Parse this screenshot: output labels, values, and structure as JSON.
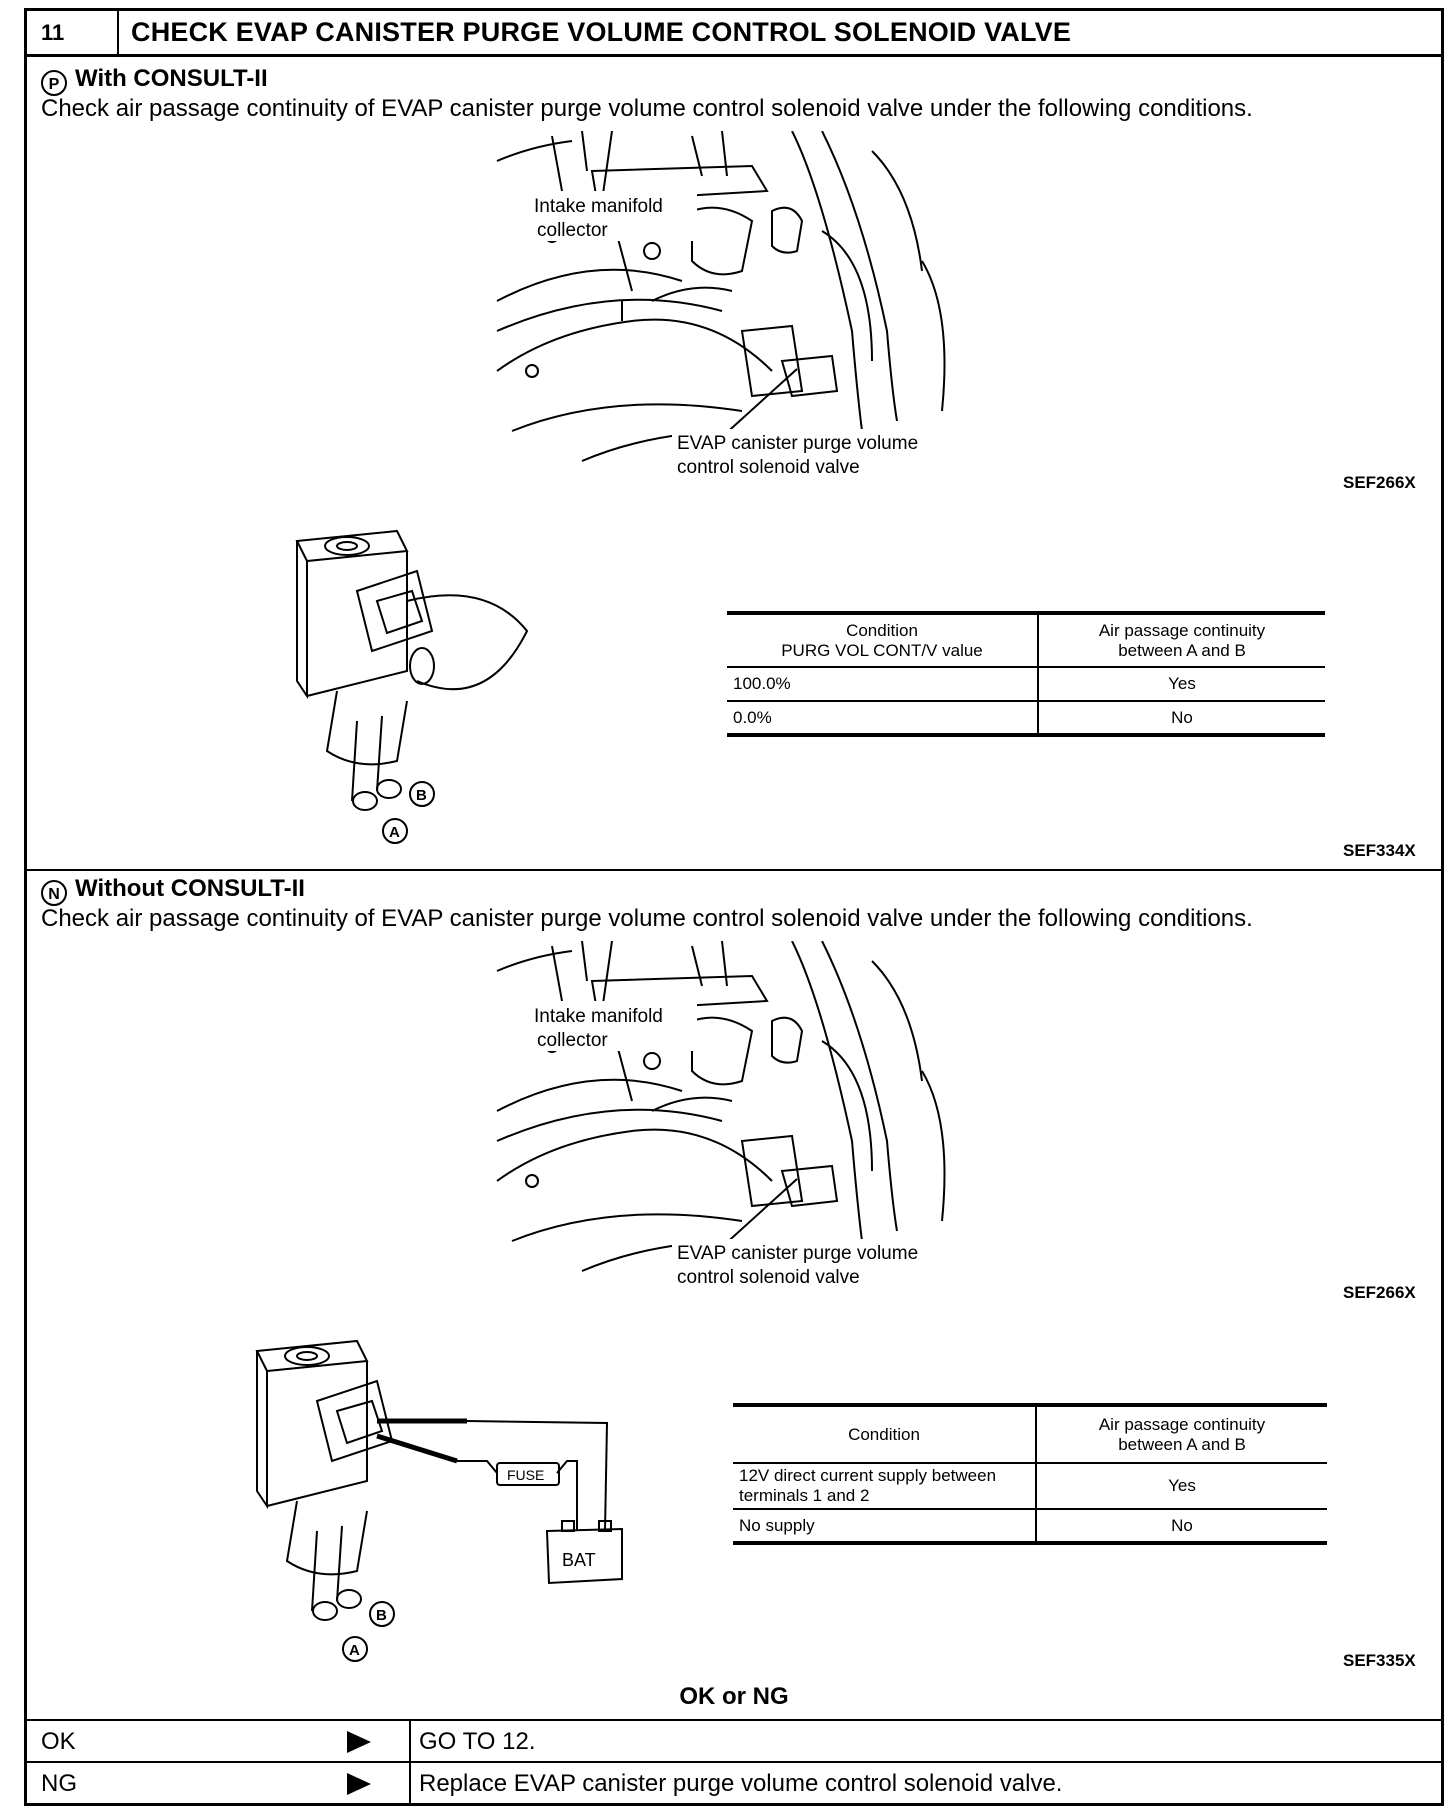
{
  "header": {
    "step_number": "11",
    "title": "CHECK EVAP CANISTER PURGE VOLUME CONTROL SOLENOID VALVE"
  },
  "section_with": {
    "icon": "P",
    "title": "With CONSULT-II",
    "instruction": "Check air passage continuity of EVAP canister purge volume control solenoid valve under the following conditions.",
    "fig1": {
      "label_intake_1": "Intake manifold",
      "label_intake_2": "collector",
      "label_evap_1": "EVAP canister purge volume",
      "label_evap_2": "control solenoid valve",
      "ref": "SEF266X"
    },
    "fig2": {
      "port_a": "A",
      "port_b": "B",
      "ref": "SEF334X"
    },
    "table": {
      "headers": [
        "Condition\nPURG VOL CONT/V value",
        "Air passage continuity\nbetween A and B"
      ],
      "header_1_line1": "Condition",
      "header_1_line2": "PURG VOL CONT/V value",
      "header_2_line1": "Air passage continuity",
      "header_2_line2": "between A and B",
      "rows": [
        {
          "condition": "100.0%",
          "result": "Yes"
        },
        {
          "condition": "0.0%",
          "result": "No"
        }
      ]
    }
  },
  "section_without": {
    "icon": "N",
    "title": "Without CONSULT-II",
    "instruction": "Check air passage continuity of EVAP canister purge volume control solenoid valve under the following conditions.",
    "fig1": {
      "label_intake_1": "Intake manifold",
      "label_intake_2": "collector",
      "label_evap_1": "EVAP canister purge volume",
      "label_evap_2": "control solenoid valve",
      "ref": "SEF266X"
    },
    "fig2": {
      "port_a": "A",
      "port_b": "B",
      "fuse": "FUSE",
      "bat": "BAT",
      "ref": "SEF335X"
    },
    "table": {
      "header_1": "Condition",
      "header_2_line1": "Air passage continuity",
      "header_2_line2": "between A and B",
      "rows": [
        {
          "condition_line1": "12V direct current supply between",
          "condition_line2": "terminals 1 and 2",
          "result": "Yes"
        },
        {
          "condition_line1": "No supply",
          "condition_line2": "",
          "result": "No"
        }
      ]
    }
  },
  "result": {
    "title": "OK or NG",
    "ok_key": "OK",
    "ok_value": "GO TO 12.",
    "ng_key": "NG",
    "ng_value": "Replace EVAP canister purge volume control solenoid valve."
  }
}
